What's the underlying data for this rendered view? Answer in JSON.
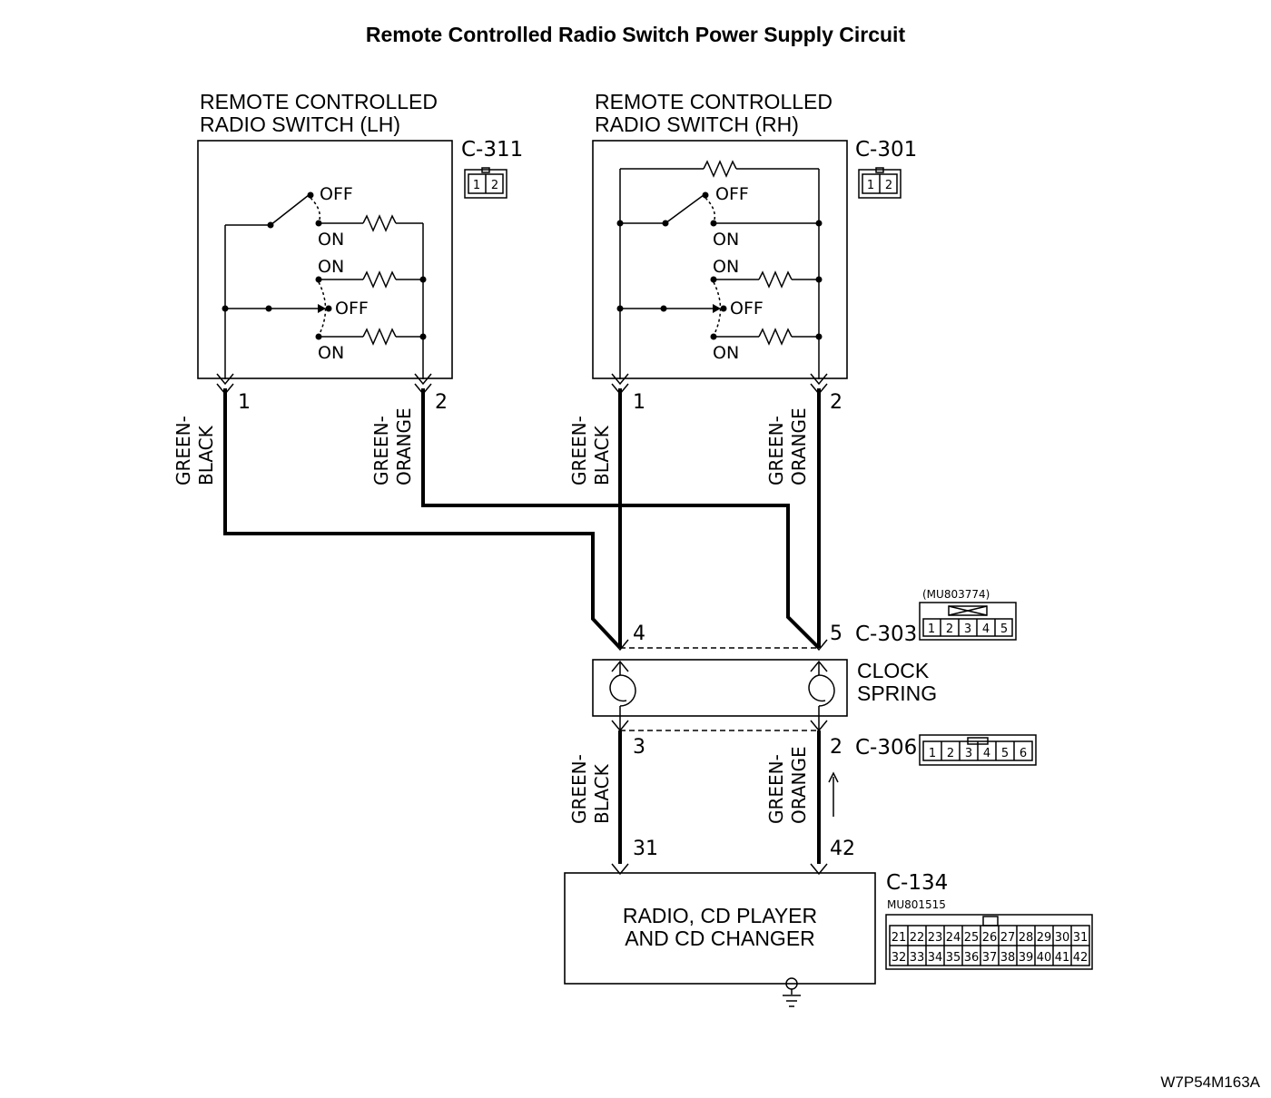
{
  "title": "Remote Controlled Radio Switch Power Supply Circuit",
  "components": {
    "lh_switch": {
      "name_line1": "REMOTE CONTROLLED",
      "name_line2": "RADIO SWITCH (LH)",
      "connector": "C-311",
      "connector_pins": [
        "1",
        "2"
      ],
      "positions": {
        "off_top": "OFF",
        "on_top": "ON",
        "on_mid": "ON",
        "off_mid": "OFF",
        "on_bottom": "ON"
      },
      "pins": [
        "1",
        "2"
      ]
    },
    "rh_switch": {
      "name_line1": "REMOTE CONTROLLED",
      "name_line2": "RADIO SWITCH (RH)",
      "connector": "C-301",
      "connector_pins": [
        "1",
        "2"
      ],
      "positions": {
        "off_top": "OFF",
        "on_top": "ON",
        "on_mid": "ON",
        "off_mid": "OFF",
        "on_bottom": "ON"
      },
      "pins": [
        "1",
        "2"
      ]
    },
    "clock_spring": {
      "name_line1": "CLOCK",
      "name_line2": "SPRING",
      "upper_connector": "C-303",
      "upper_part_number": "(MU803774)",
      "upper_connector_pins": [
        "1",
        "2",
        "3",
        "4",
        "5"
      ],
      "upper_pins": [
        "4",
        "5"
      ],
      "lower_connector": "C-306",
      "lower_connector_pins": [
        "1",
        "2",
        "3",
        "4",
        "5",
        "6"
      ],
      "lower_pins": [
        "3",
        "2"
      ]
    },
    "radio": {
      "name_line1": "RADIO, CD PLAYER",
      "name_line2": "AND CD CHANGER",
      "connector": "C-134",
      "part_number": "MU801515",
      "connector_pins_row1": [
        "21",
        "22",
        "23",
        "24",
        "25",
        "26",
        "27",
        "28",
        "29",
        "30",
        "31"
      ],
      "connector_pins_row2": [
        "32",
        "33",
        "34",
        "35",
        "36",
        "37",
        "38",
        "39",
        "40",
        "41",
        "42"
      ],
      "pins": [
        "31",
        "42"
      ]
    }
  },
  "wire_colors": {
    "green_black_line1": "GREEN-",
    "green_black_line2": "BLACK",
    "green_orange_line1": "GREEN-",
    "green_orange_line2": "ORANGE"
  },
  "figure_code": "W7P54M163A"
}
